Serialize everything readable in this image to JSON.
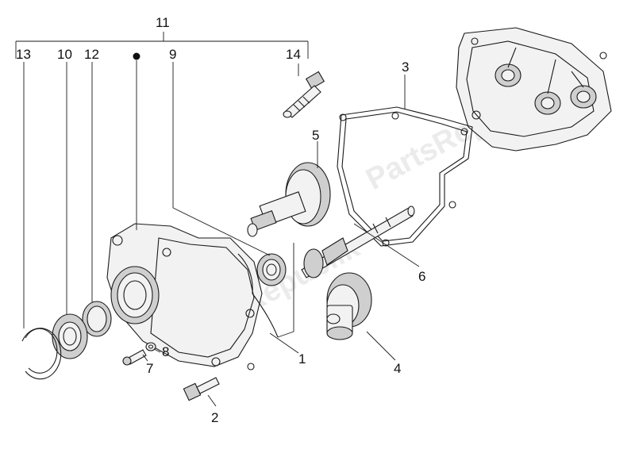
{
  "callouts": {
    "c1": "1",
    "c2": "2",
    "c3": "3",
    "c4": "4",
    "c5": "5",
    "c6": "6",
    "c7": "7",
    "c8": "8",
    "c9": "9",
    "c10": "10",
    "c11": "11",
    "c12": "12",
    "c13": "13",
    "c14": "14"
  },
  "watermark": "PartsRepublik",
  "colors": {
    "line": "#1a1a1a",
    "watermark": "#e9e9e9"
  }
}
